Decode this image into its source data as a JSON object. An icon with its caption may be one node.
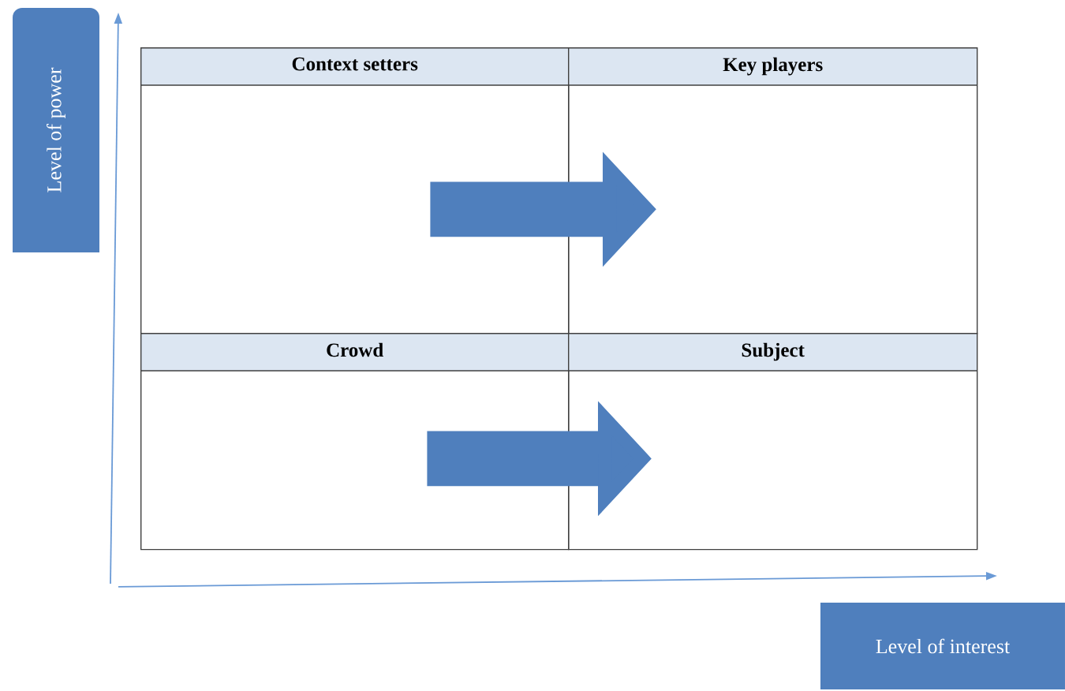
{
  "diagram": {
    "nodes": [
      {
        "text": [
          "Level of power"
        ]
      },
      {
        "text": [
          "Level of interest"
        ]
      },
      {
        "text": [
          "Context setters"
        ]
      },
      {
        "text": [
          "Key players"
        ]
      },
      {
        "text": [
          "Crowd"
        ]
      },
      {
        "text": [
          "Subject"
        ]
      }
    ],
    "edges": [
      {
        "from": 2,
        "to": 3,
        "arrow": "to"
      },
      {
        "from": 4,
        "to": 5,
        "arrow": "to"
      }
    ]
  }
}
